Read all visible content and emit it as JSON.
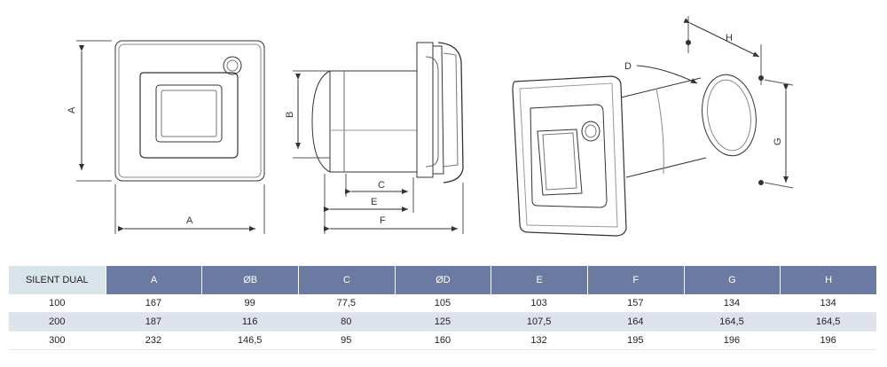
{
  "labels": {
    "front_width": "A",
    "front_height": "A",
    "side_diameter": "B",
    "side_c": "C",
    "side_e": "E",
    "side_f": "F",
    "iso_d": "D",
    "iso_h": "H",
    "iso_g": "G"
  },
  "table": {
    "headers": [
      "SILENT DUAL",
      "A",
      "ØB",
      "C",
      "ØD",
      "E",
      "F",
      "G",
      "H"
    ],
    "rows": [
      [
        "100",
        "167",
        "99",
        "77,5",
        "105",
        "103",
        "157",
        "134",
        "134"
      ],
      [
        "200",
        "187",
        "116",
        "80",
        "125",
        "107,5",
        "164",
        "164,5",
        "164,5"
      ],
      [
        "300",
        "232",
        "146,5",
        "95",
        "160",
        "132",
        "195",
        "196",
        "196"
      ]
    ]
  },
  "colors": {
    "header_bg": "#6b7aa1",
    "header_first_bg": "#d9e4ea",
    "row_alt_bg": "#dde2ec",
    "line": "#333333"
  }
}
